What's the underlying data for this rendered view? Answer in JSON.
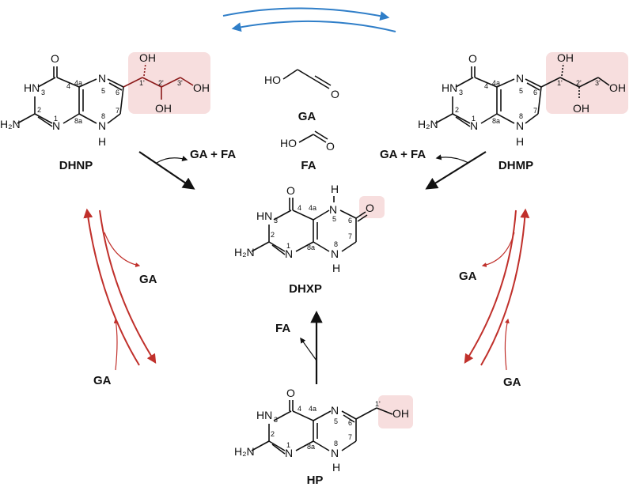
{
  "compounds": {
    "dhnp": {
      "name": "DHNP"
    },
    "dhmp": {
      "name": "DHMP"
    },
    "dhxp": {
      "name": "DHXP"
    },
    "hp": {
      "name": "HP"
    }
  },
  "small_molecules": {
    "ga": {
      "name": "GA",
      "o_left": "HO",
      "o_right": "O"
    },
    "fa": {
      "name": "FA",
      "o_left": "HO",
      "o_right": "O"
    }
  },
  "side_products": {
    "ga_fa_left": "GA + FA",
    "ga_fa_right": "GA + FA",
    "ga_left_out": "GA",
    "ga_left_in": "GA",
    "ga_right_out": "GA",
    "ga_right_in": "GA",
    "fa_hp": "FA"
  },
  "atoms": {
    "O": "O",
    "HN": "HN",
    "N": "N",
    "H": "H",
    "H2N": "H₂N",
    "OH": "OH",
    "n3": "3",
    "n4": "4",
    "n4a": "4a",
    "n5": "5",
    "n6": "6",
    "n7": "7",
    "n8": "8",
    "n8a": "8a",
    "n1": "1",
    "n2": "2",
    "p1": "1'",
    "p2": "2'",
    "p3": "3'"
  },
  "colors": {
    "highlight": "#f7dede",
    "red_arrow": "#c0302b",
    "blue_arrow": "#2f7ec8",
    "black": "#111111"
  }
}
